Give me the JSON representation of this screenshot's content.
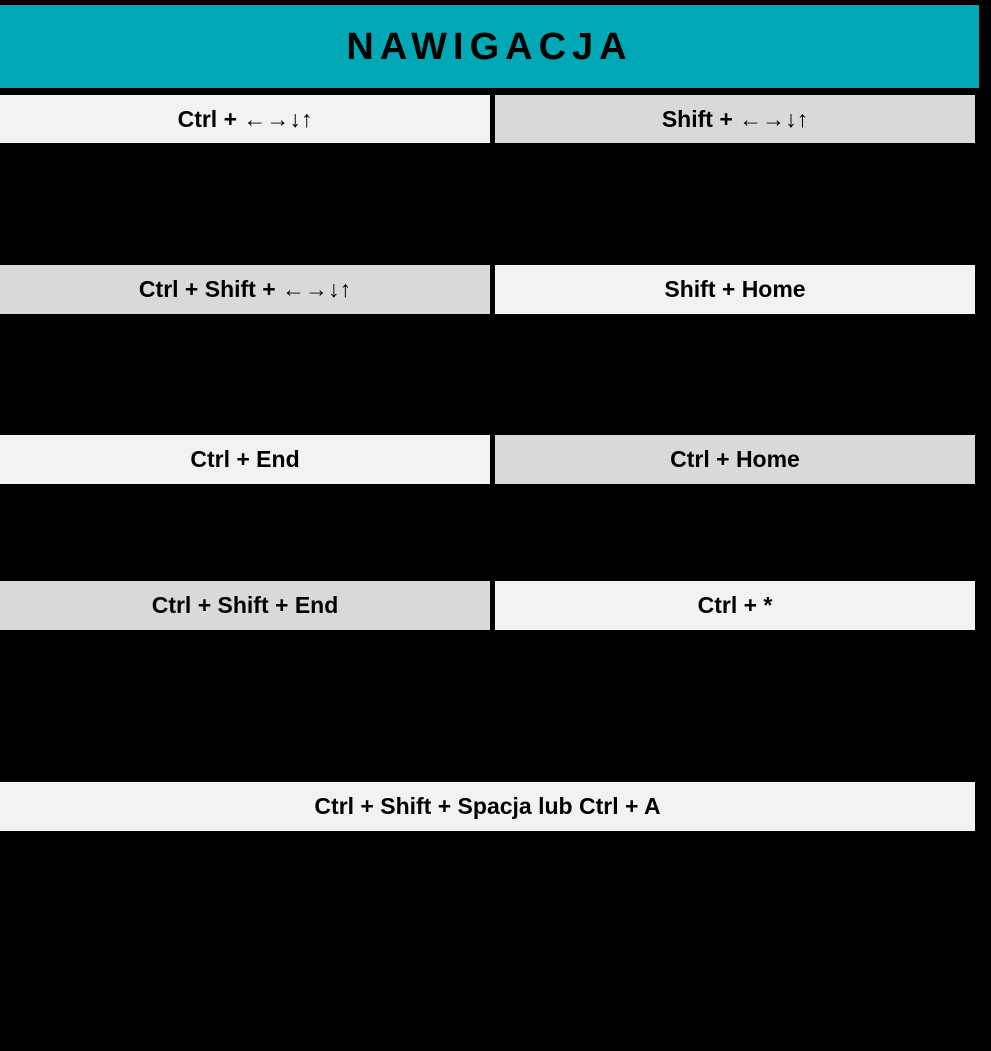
{
  "document": {
    "title": "NAWIGACJA",
    "language": "pl"
  },
  "colors": {
    "banner": "#00a8b5",
    "cell_light": "#f2f2f2",
    "cell_shade": "#d9d9d9",
    "background": "#000000",
    "text": "#000000"
  },
  "shortcut_table": {
    "rows": [
      {
        "left": {
          "label": "Ctrl + ←→↓↑",
          "fill": "light"
        },
        "right": {
          "label": "Shift + ←→↓↑",
          "fill": "shade"
        }
      },
      {
        "left": {
          "label": "Ctrl + Shift + ←→↓↑",
          "fill": "shade"
        },
        "right": {
          "label": "Shift + Home",
          "fill": "light"
        }
      },
      {
        "left": {
          "label": "Ctrl + End",
          "fill": "light"
        },
        "right": {
          "label": "Ctrl + Home",
          "fill": "shade"
        }
      },
      {
        "left": {
          "label": "Ctrl + Shift + End",
          "fill": "shade"
        },
        "right": {
          "label": "Ctrl + *",
          "fill": "light"
        }
      },
      {
        "full": {
          "label": "Ctrl + Shift + Spacja lub Ctrl + A",
          "fill": "light"
        }
      }
    ]
  }
}
